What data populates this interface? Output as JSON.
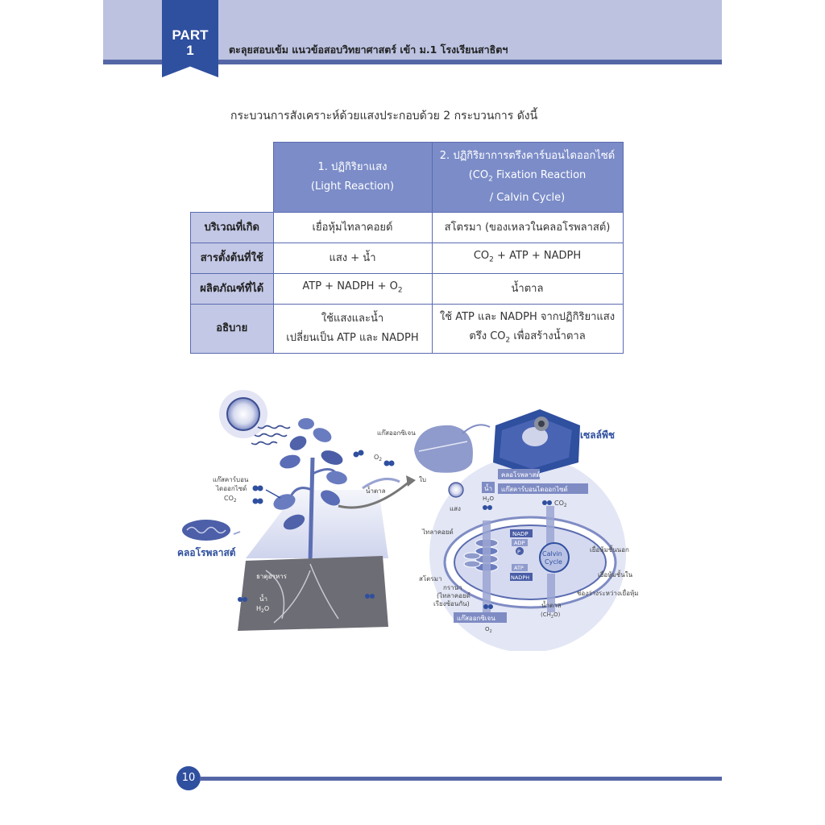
{
  "header": {
    "part_label": "PART",
    "part_number": "1",
    "title": "ตะลุยสอบเข้ม แนวข้อสอบวิทยาศาสตร์ เข้า ม.1 โรงเรียนสาธิตฯ"
  },
  "intro_text": "กระบวนการสังเคราะห์ด้วยแสงประกอบด้วย 2 กระบวนการ ดังนี้",
  "table": {
    "col1": {
      "line1": "1. ปฏิกิริยาแสง",
      "line2": "(Light Reaction)"
    },
    "col2": {
      "line1": "2. ปฏิกิริยาการตรึงคาร์บอนไดออกไซด์",
      "line2a": "(CO",
      "line2sub": "2",
      "line2b": " Fixation Reaction",
      "line3": "/ Calvin Cycle)"
    },
    "rows": [
      {
        "header": "บริเวณที่เกิด",
        "c1": "เยื่อหุ้มไทลาคอยด์",
        "c2": "สโตรมา (ของเหลวในคลอโรพลาสต์)"
      },
      {
        "header": "สารตั้งต้นที่ใช้",
        "c1": "แสง + น้ำ",
        "c2a": "CO",
        "c2sub": "2",
        "c2b": " + ATP + NADPH"
      },
      {
        "header": "ผลิตภัณฑ์ที่ได้",
        "c1a": "ATP + NADPH + O",
        "c1sub": "2",
        "c2": "น้ำตาล"
      },
      {
        "header": "อธิบาย",
        "c1l1": "ใช้แสงและน้ำ",
        "c1l2": "เปลี่ยนเป็น ATP และ NADPH",
        "c2l1": "ใช้ ATP และ NADPH จากปฏิกิริยาแสง",
        "c2l2a": "ตรึง CO",
        "c2l2sub": "2",
        "c2l2b": " เพื่อสร้างน้ำตาล"
      }
    ]
  },
  "diagram": {
    "oxygen_label": "แก๊สออกซิเจน",
    "oxygen_formula": "O",
    "oxygen_sub": "2",
    "co2_label1": "แก๊สคาร์บอน",
    "co2_label2": "ไดออกไซด์",
    "co2_formula": "CO",
    "co2_sub": "2",
    "sugar_label": "น้ำตาล",
    "chloroplast_label": "คลอโรพลาสต์",
    "nutrient_label": "ธาตุอาหาร",
    "water_label": "น้ำ",
    "water_formula": "H",
    "water_formula_sub": "2",
    "water_formula_end": "O",
    "leaf_label": "ใบ",
    "plant_cell_label": "เซลล์พืช",
    "cell_chloroplast_label": "คลอโรพลาสต์",
    "cell_co2_label": "แก๊สคาร์บอนไดออกไซด์",
    "co2_short": "CO",
    "co2_short_sub": "2",
    "water_top_label": "น้ำ",
    "water_top_formula": "H",
    "water_top_sub": "2",
    "water_top_end": "O",
    "light_label": "แสง",
    "thylakoid_label": "ไทลาคอยด์",
    "stroma_label": "สโตรมา",
    "granum_label1": "กรานา",
    "granum_label2": "(ไทลาคอยด์",
    "granum_label3": "เรียงซ้อนกัน)",
    "oxygen_out_label": "แก๊สออกซิเจน",
    "oxygen_out_formula": "O",
    "oxygen_out_sub": "2",
    "sugar_out_label": "น้ำตาล",
    "sugar_out_formula": "(CH",
    "sugar_out_sub": "2",
    "sugar_out_end": "O)",
    "calvin_label1": "Calvin",
    "calvin_label2": "Cycle",
    "nadp_label": "NADP",
    "adp_label": "ADP",
    "p_label": "P",
    "atp_label": "ATP",
    "nadph_label": "NADPH",
    "outer_membrane_label": "เยื่อหุ้มชั้นนอก",
    "inner_membrane_label": "เยื่อหุ้มชั้นใน",
    "intermembrane_label": "ช่องว่างระหว่างเยื่อหุ้ม"
  },
  "footer": {
    "page_number": "10"
  },
  "colors": {
    "header_band": "#bcc2e0",
    "accent": "#2f4f9f",
    "table_header": "#7b8cc8",
    "table_row_header": "#c3c8e6"
  }
}
